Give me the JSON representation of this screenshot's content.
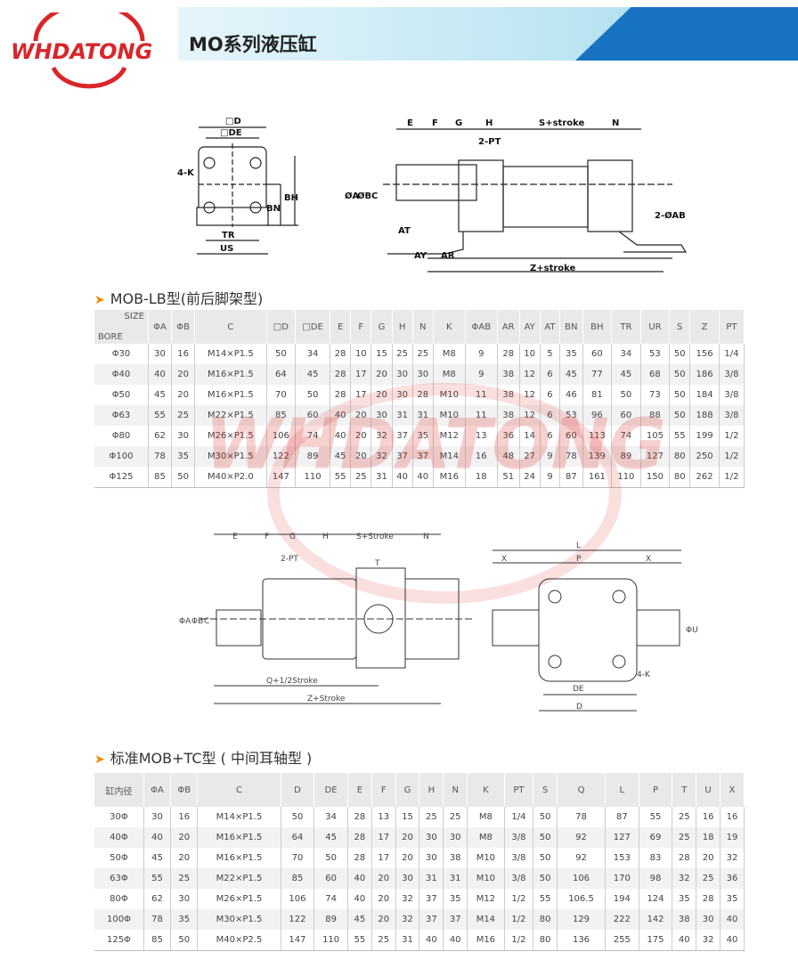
{
  "header": {
    "logo": "WHDATONG",
    "title": "MO系列液压缸"
  },
  "drawing1": {
    "labels": {
      "d": "□D",
      "de": "□DE",
      "k": "4-K",
      "tr": "TR",
      "us": "US",
      "bn": "BN",
      "bh": "BH",
      "e": "E",
      "f": "F",
      "g": "G",
      "h": "H",
      "s": "S+stroke",
      "n": "N",
      "pt": "2-PT",
      "a": "ØA",
      "b": "ØB",
      "c": "C",
      "at": "AT",
      "ay": "AY",
      "ar": "AR",
      "z": "Z+stroke",
      "ab": "2-ØAB"
    }
  },
  "section1": {
    "title": "MOB-LB型(前后脚架型)",
    "corner_top": "SIZE",
    "corner_bottom": "BORE",
    "headers": [
      "ΦA",
      "ΦB",
      "C",
      "□D",
      "□DE",
      "E",
      "F",
      "G",
      "H",
      "N",
      "K",
      "ΦAB",
      "AR",
      "AY",
      "AT",
      "BN",
      "BH",
      "TR",
      "UR",
      "S",
      "Z",
      "PT"
    ],
    "rows": [
      [
        "Φ30",
        "30",
        "16",
        "M14×P1.5",
        "50",
        "34",
        "28",
        "10",
        "15",
        "25",
        "25",
        "M8",
        "9",
        "28",
        "10",
        "5",
        "35",
        "60",
        "34",
        "53",
        "50",
        "156",
        "1/4"
      ],
      [
        "Φ40",
        "40",
        "20",
        "M16×P1.5",
        "64",
        "45",
        "28",
        "17",
        "20",
        "30",
        "30",
        "M8",
        "9",
        "38",
        "12",
        "6",
        "45",
        "77",
        "45",
        "68",
        "50",
        "186",
        "3/8"
      ],
      [
        "Φ50",
        "45",
        "20",
        "M16×P1.5",
        "70",
        "50",
        "28",
        "17",
        "20",
        "30",
        "28",
        "M10",
        "11",
        "38",
        "12",
        "6",
        "46",
        "81",
        "50",
        "73",
        "50",
        "184",
        "3/8"
      ],
      [
        "Φ63",
        "55",
        "25",
        "M22×P1.5",
        "85",
        "60",
        "40",
        "20",
        "30",
        "31",
        "31",
        "M10",
        "11",
        "38",
        "12",
        "6",
        "53",
        "96",
        "60",
        "88",
        "50",
        "188",
        "3/8"
      ],
      [
        "Φ80",
        "62",
        "30",
        "M26×P1.5",
        "106",
        "74",
        "40",
        "20",
        "32",
        "37",
        "35",
        "M12",
        "13",
        "36",
        "14",
        "6",
        "60",
        "113",
        "74",
        "105",
        "55",
        "199",
        "1/2"
      ],
      [
        "Φ100",
        "78",
        "35",
        "M30×P1.5",
        "122",
        "89",
        "45",
        "20",
        "32",
        "37",
        "37",
        "M14",
        "16",
        "48",
        "27",
        "9",
        "78",
        "139",
        "89",
        "127",
        "80",
        "250",
        "1/2"
      ],
      [
        "Φ125",
        "85",
        "50",
        "M40×P2.0",
        "147",
        "110",
        "55",
        "25",
        "31",
        "40",
        "40",
        "M16",
        "18",
        "51",
        "24",
        "9",
        "87",
        "161",
        "110",
        "150",
        "80",
        "262",
        "1/2"
      ]
    ]
  },
  "drawing2": {
    "labels": {
      "e": "E",
      "f": "F",
      "g": "G",
      "h": "H",
      "s": "S+Stroke",
      "n": "N",
      "pt": "2-PT",
      "t": "T",
      "a": "ΦA",
      "b": "ΦB",
      "c": "C",
      "q": "Q+1/2Stroke",
      "z": "Z+Stroke",
      "l": "L",
      "x1": "X",
      "p": "P",
      "x2": "X",
      "u": "ΦU",
      "k": "4-K",
      "de": "DE",
      "d": "D"
    }
  },
  "watermark": "WHDATONG",
  "section2": {
    "title": "标准MOB+TC型 ( 中间耳轴型 )",
    "headers": [
      "缸内径",
      "ΦA",
      "ΦB",
      "C",
      "D",
      "DE",
      "E",
      "F",
      "G",
      "H",
      "N",
      "K",
      "PT",
      "S",
      "Q",
      "L",
      "P",
      "T",
      "U",
      "X"
    ],
    "rows": [
      [
        "30Φ",
        "30",
        "16",
        "M14×P1.5",
        "50",
        "34",
        "28",
        "13",
        "15",
        "25",
        "25",
        "M8",
        "1/4",
        "50",
        "78",
        "87",
        "55",
        "25",
        "16",
        "16"
      ],
      [
        "40Φ",
        "40",
        "20",
        "M16×P1.5",
        "64",
        "45",
        "28",
        "17",
        "20",
        "30",
        "30",
        "M8",
        "3/8",
        "50",
        "92",
        "127",
        "69",
        "25",
        "18",
        "19"
      ],
      [
        "50Φ",
        "45",
        "20",
        "M16×P1.5",
        "70",
        "50",
        "28",
        "17",
        "20",
        "30",
        "38",
        "M10",
        "3/8",
        "50",
        "92",
        "153",
        "83",
        "28",
        "20",
        "32"
      ],
      [
        "63Φ",
        "55",
        "25",
        "M22×P1.5",
        "85",
        "60",
        "40",
        "20",
        "30",
        "31",
        "31",
        "M10",
        "3/8",
        "50",
        "106",
        "170",
        "98",
        "32",
        "25",
        "36"
      ],
      [
        "80Φ",
        "62",
        "30",
        "M26×P1.5",
        "106",
        "74",
        "40",
        "20",
        "32",
        "37",
        "35",
        "M12",
        "1/2",
        "55",
        "106.5",
        "194",
        "124",
        "35",
        "28",
        "35"
      ],
      [
        "100Φ",
        "78",
        "35",
        "M30×P1.5",
        "122",
        "89",
        "45",
        "20",
        "32",
        "37",
        "37",
        "M14",
        "1/2",
        "80",
        "129",
        "222",
        "142",
        "38",
        "30",
        "40"
      ],
      [
        "125Φ",
        "85",
        "50",
        "M40×P2.5",
        "147",
        "110",
        "55",
        "25",
        "31",
        "40",
        "40",
        "M16",
        "1/2",
        "80",
        "136",
        "255",
        "175",
        "40",
        "32",
        "40"
      ]
    ]
  }
}
